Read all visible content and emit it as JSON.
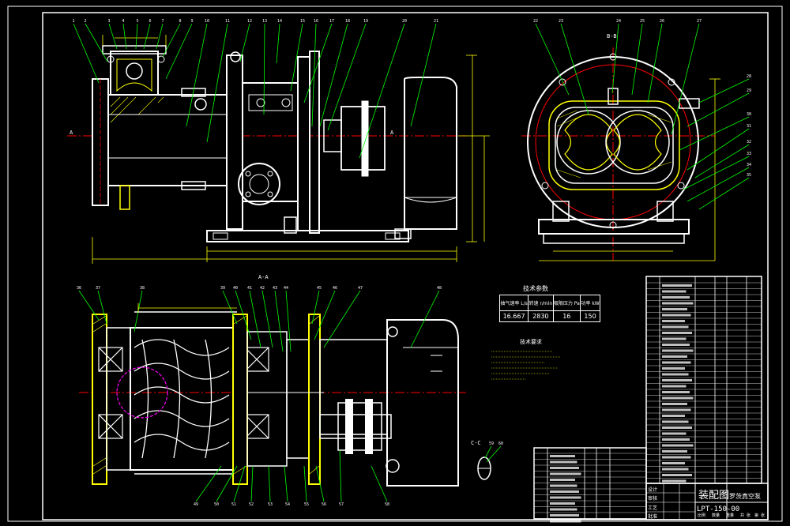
{
  "drawing": {
    "main_title": "装配图",
    "drawing_number": "LPT-150-00",
    "product_name": "罗茨真空泵",
    "section_labels": [
      "A-A",
      "A",
      "A",
      "B-B",
      "C-C"
    ]
  },
  "parts_balloons": {
    "front_view": [
      "1",
      "2",
      "3",
      "4",
      "5",
      "6",
      "7",
      "8",
      "9",
      "10",
      "11",
      "12",
      "13",
      "14",
      "15",
      "16",
      "17",
      "18",
      "19",
      "20",
      "21"
    ],
    "side_view": [
      "22",
      "23",
      "24",
      "25",
      "26",
      "27",
      "28",
      "29",
      "30",
      "31",
      "32",
      "33",
      "34",
      "35"
    ],
    "section_view": [
      "36",
      "37",
      "38",
      "39",
      "40",
      "41",
      "42",
      "43",
      "44",
      "45",
      "46",
      "47",
      "48",
      "49",
      "50",
      "51",
      "52",
      "53",
      "54",
      "55",
      "56",
      "57",
      "58",
      "59",
      "60"
    ]
  },
  "tech_params": {
    "title": "技术参数",
    "headers": [
      "抽气速率 L/s",
      "转速 r/min",
      "极限压力 Pa",
      "功率 kW"
    ],
    "values": [
      "16.667",
      "2830",
      "16",
      "150"
    ]
  },
  "tech_requirements": {
    "title": "技术要求",
    "lines": [
      "1.装配前所有零件应清洗干净，不得有毛刺、飞边等缺陷。",
      "2.转子与泵体之间的间隙应符合设计要求。",
      "3.装配后用手转动转子应灵活，无卡滞现象。",
      "4.泵体各结合面不得漏气。",
      "5.未注公差按GB/T1804-m执行。"
    ]
  },
  "title_block": {
    "fields": [
      "设计",
      "审核",
      "工艺",
      "批准",
      "比例",
      "数量",
      "重量",
      "共 张",
      "第 张"
    ]
  },
  "colors": {
    "background": "#000000",
    "outline": "#ffffff",
    "dimension": "#ffff00",
    "leader": "#00ff00",
    "centerline": "#ff0000",
    "hidden": "#ff00ff",
    "hatch": "#ffff00"
  }
}
